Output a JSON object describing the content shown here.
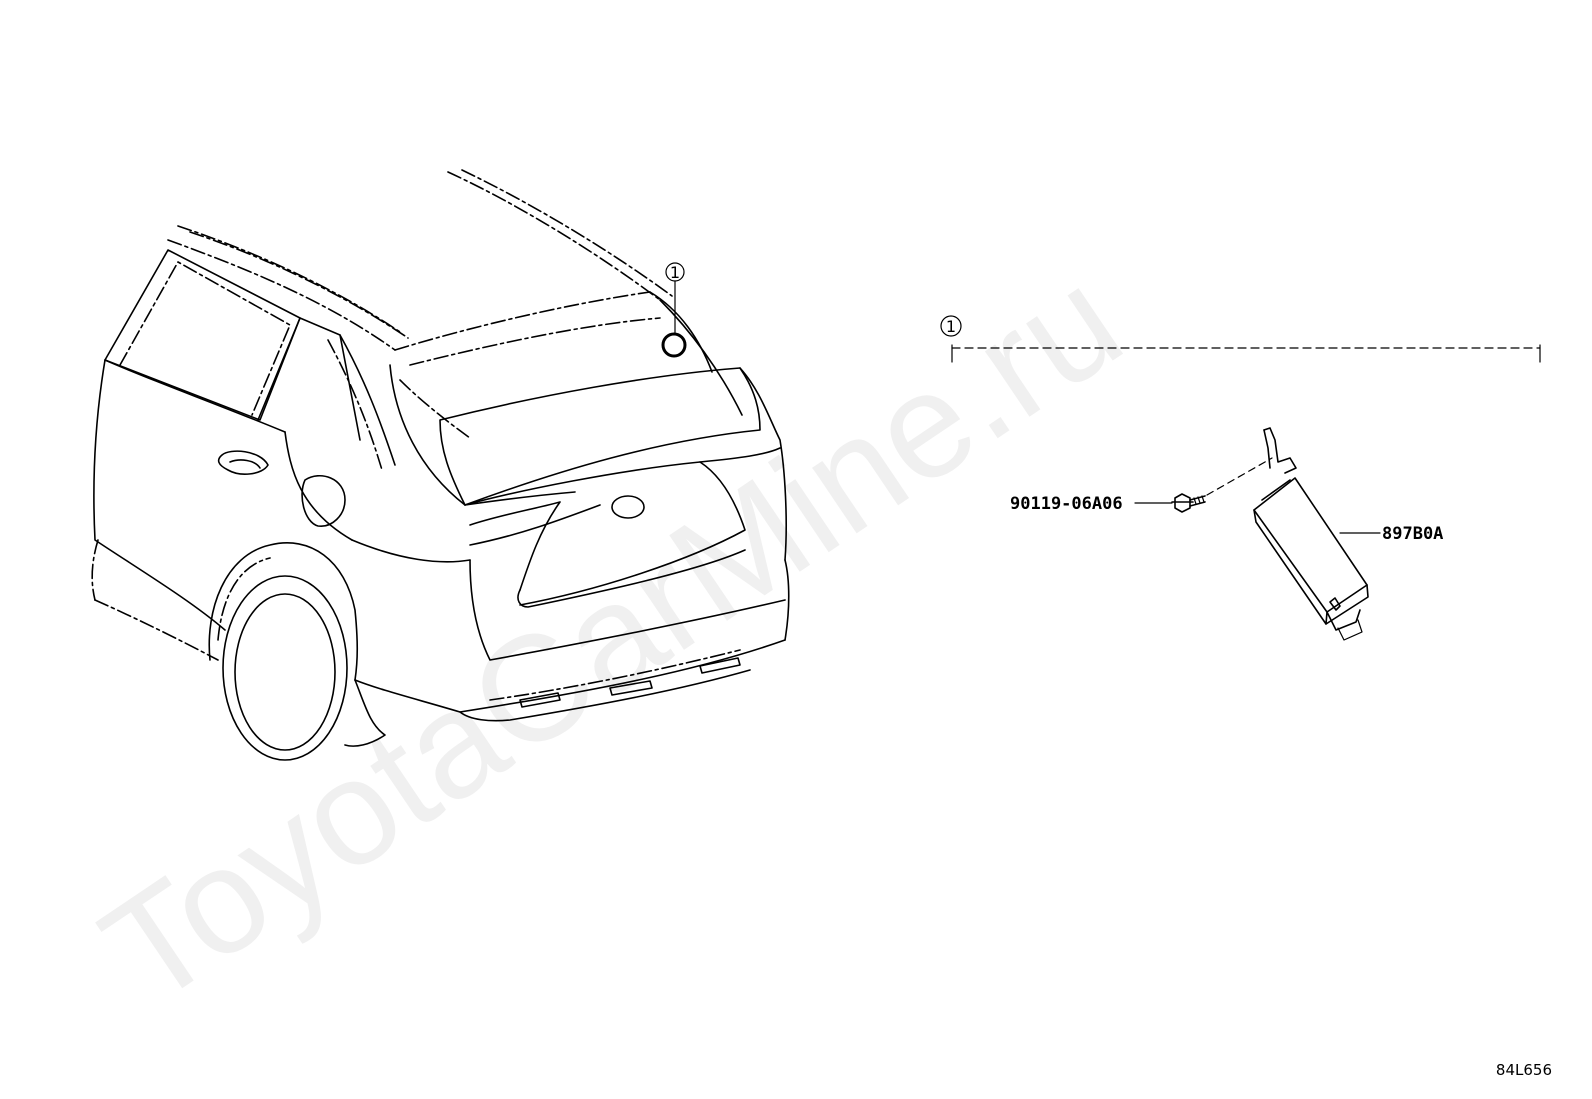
{
  "watermark": "ToyotaCarMine.ru",
  "callouts": {
    "vehicle": "1",
    "group": "1"
  },
  "parts": {
    "bolt": "90119-06A06",
    "module": "897B0A"
  },
  "diagram_code": "84L656"
}
